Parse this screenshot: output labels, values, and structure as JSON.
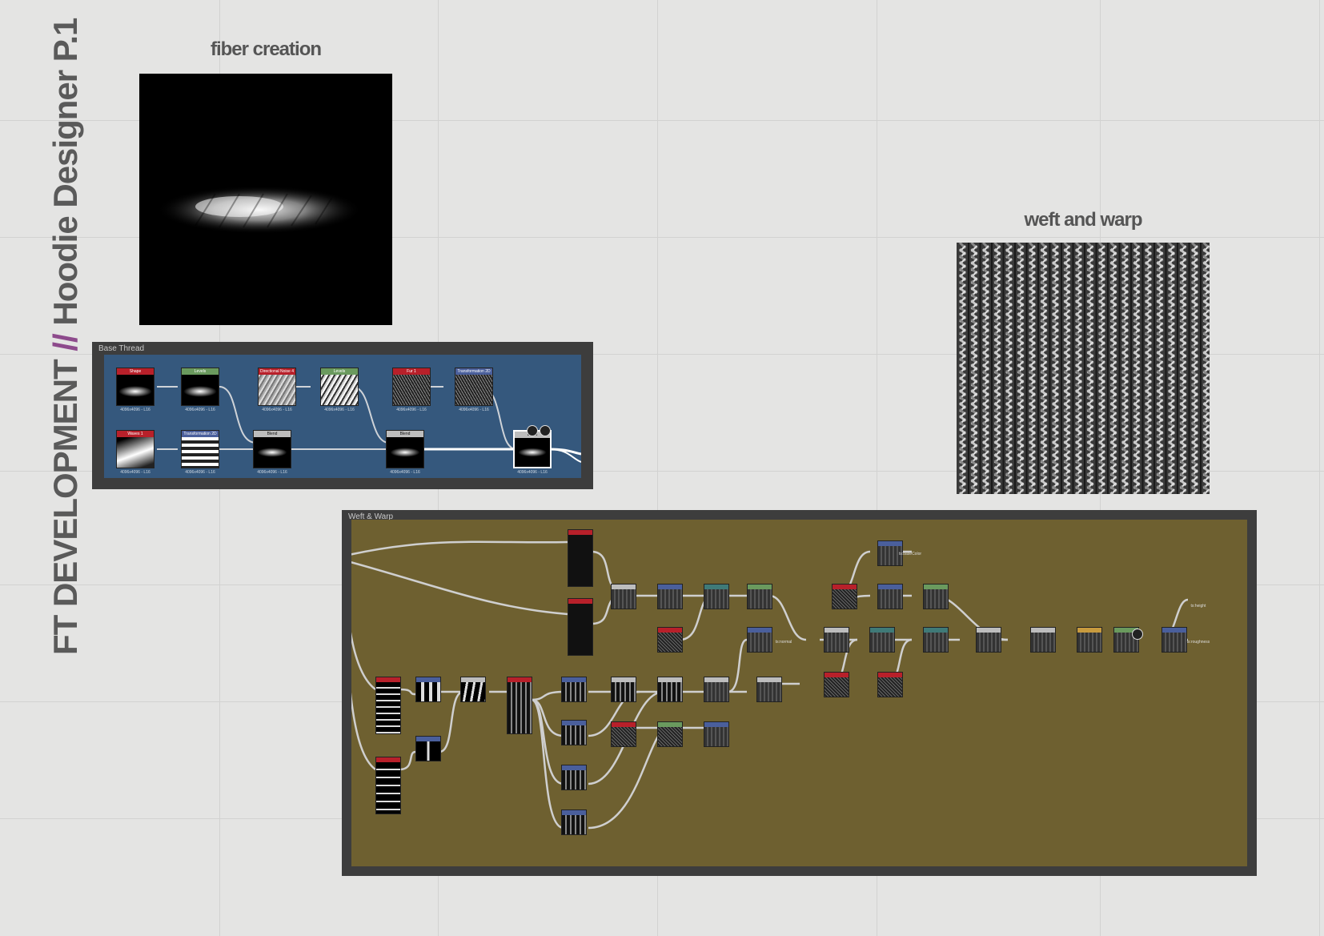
{
  "page": {
    "side_title_part1": "FT DEVELOPMENT ",
    "side_title_sep": "//",
    "side_title_part2": " Hoodie Designer P.1"
  },
  "captions": {
    "fiber": "fiber creation",
    "weft": "weft and warp"
  },
  "base_thread": {
    "frame_label": "Base Thread",
    "nodes": [
      {
        "title": "Shape",
        "caption": "4096x4096 - L16"
      },
      {
        "title": "Levels",
        "caption": "4096x4096 - L16"
      },
      {
        "title": "Directional Noise 4",
        "caption": "4096x4096 - L16"
      },
      {
        "title": "Levels",
        "caption": "4096x4096 - L16"
      },
      {
        "title": "Fur 1",
        "caption": "4096x4096 - L16"
      },
      {
        "title": "Transformation 2D",
        "caption": "4096x4096 - L16"
      },
      {
        "title": "Waves 1",
        "caption": "4096x4096 - L16"
      },
      {
        "title": "Transformation 2D",
        "caption": "4096x4096 - L16"
      },
      {
        "title": "Blend",
        "caption": "4096x4096 - L16"
      },
      {
        "title": "Blend",
        "caption": "4096x4096 - L16"
      },
      {
        "title": "Blend",
        "caption": "4096x4096 - L16"
      }
    ]
  },
  "weft_warp": {
    "frame_label": "Weft & Warp",
    "outputs": [
      "ts:baseColor",
      "ts:height",
      "ts:roughness",
      "ts:normal"
    ]
  },
  "colors": {
    "background": "#e4e4e3",
    "title_gray": "#5a5a5a",
    "accent_purple": "#8d4a8c",
    "base_thread_bg": "#35587d",
    "weft_warp_bg": "#6e6030",
    "node_red": "#b8202a",
    "node_green": "#6a9a5e",
    "node_blue": "#4a5f9c",
    "node_gray": "#bdbdbd"
  }
}
